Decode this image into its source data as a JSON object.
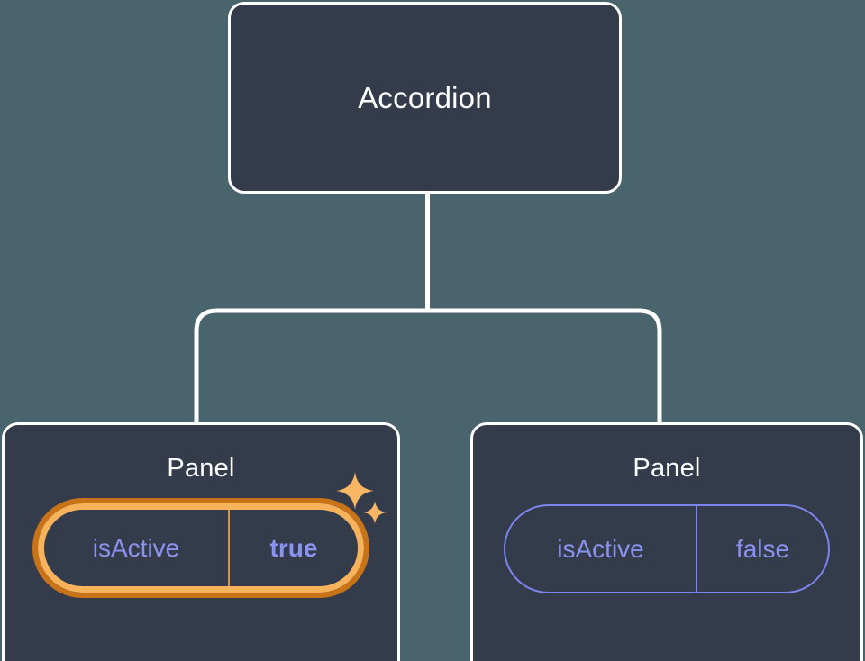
{
  "diagram": {
    "type": "component-tree",
    "background_color": "#4a646e",
    "card_fill_color": "#343b4a",
    "card_border_color": "#ffffff",
    "connector_color": "#ffffff",
    "prop_text_color": "#8b93f0",
    "highlight_color": "#f7b35c",
    "highlight_glow_color": "#c97318",
    "root": {
      "title": "Accordion"
    },
    "children": [
      {
        "title": "Panel",
        "highlighted": true,
        "prop": {
          "key": "isActive",
          "value": "true",
          "value_bold": true
        },
        "sparkles": [
          "sparkle-large-icon",
          "sparkle-small-icon"
        ]
      },
      {
        "title": "Panel",
        "highlighted": false,
        "prop": {
          "key": "isActive",
          "value": "false",
          "value_bold": false
        }
      }
    ]
  }
}
